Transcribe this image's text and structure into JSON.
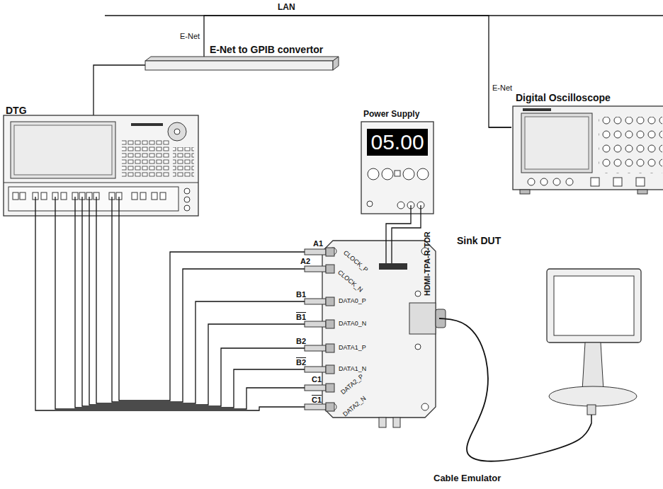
{
  "diagram": {
    "nodes": [
      {
        "text": [
          "E-Net to GPIB convertor"
        ]
      },
      {
        "text": [
          "DTG"
        ]
      },
      {
        "text": [
          "Digital Oscilloscope"
        ]
      },
      {
        "text": [
          "Power Supply",
          "05.00"
        ]
      },
      {
        "text": [
          "HDMI-TPA-R-TDR"
        ]
      },
      {
        "text": [
          "Sink DUT"
        ]
      }
    ],
    "edges": [
      {
        "from": 0,
        "to": 2,
        "arrow": "none",
        "label": "LAN"
      },
      {
        "from": 0,
        "to": 1,
        "arrow": "none"
      },
      {
        "from": 1,
        "to": 4,
        "arrow": "none"
      },
      {
        "from": 1,
        "to": 4,
        "arrow": "none"
      },
      {
        "from": 1,
        "to": 4,
        "arrow": "none"
      },
      {
        "from": 1,
        "to": 4,
        "arrow": "none"
      },
      {
        "from": 1,
        "to": 4,
        "arrow": "none"
      },
      {
        "from": 1,
        "to": 4,
        "arrow": "none"
      },
      {
        "from": 1,
        "to": 4,
        "arrow": "none"
      },
      {
        "from": 1,
        "to": 4,
        "arrow": "none"
      },
      {
        "from": 3,
        "to": 4,
        "arrow": "none"
      },
      {
        "from": 3,
        "to": 4,
        "arrow": "none"
      },
      {
        "from": 4,
        "to": 5,
        "arrow": "none",
        "label": "Cable Emulator"
      }
    ],
    "labels": [
      "E-Net",
      "E-Net",
      "A1",
      "CLOCK_P",
      "A2",
      "CLOCK_N",
      "B1",
      "DATA0_P",
      "B1",
      "DATA0_N",
      "B2",
      "DATA1_P",
      "B2",
      "DATA1_N",
      "C1",
      "DATA2_P",
      "C1",
      "DATA2_N"
    ]
  }
}
